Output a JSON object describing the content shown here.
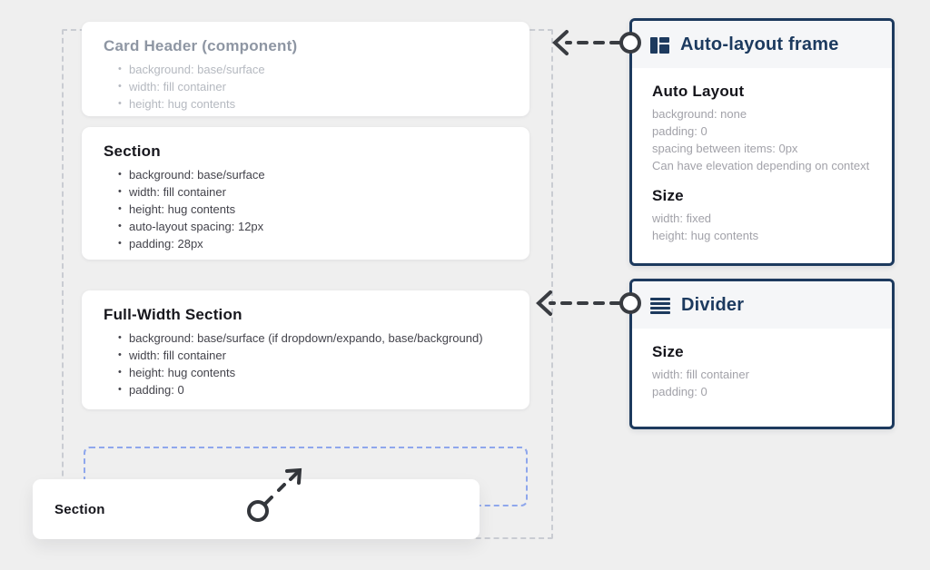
{
  "colors": {
    "page_background": "#efefef",
    "accent_navy": "#1d3a5e",
    "muted_text": "#a2a2a9",
    "dark_text": "#15151b",
    "placeholder_blue": "#8fa7ec",
    "arrow_dark": "#393c41"
  },
  "canvas": {
    "cards": [
      {
        "title": "Card Header (component)",
        "bullets": [
          "background: base/surface",
          "width: fill container",
          "height: hug contents"
        ]
      },
      {
        "title": "Section",
        "bullets": [
          "background: base/surface",
          "width: fill container",
          "height: hug contents",
          "auto-layout spacing: 12px",
          "padding: 28px"
        ]
      },
      {
        "title": "Full-Width Section",
        "bullets": [
          "background: base/surface (if dropdown/expando, base/background)",
          "width: fill container",
          "height: hug contents",
          "padding: 0"
        ]
      }
    ],
    "dragged_card": {
      "title": "Section"
    }
  },
  "panels": [
    {
      "title": "Auto-layout frame",
      "icon": "layout-frame-icon",
      "sections": [
        {
          "heading": "Auto Layout",
          "lines": [
            "background: none",
            "padding: 0",
            "spacing between items: 0px",
            "Can have elevation depending on context"
          ]
        },
        {
          "heading": "Size",
          "lines": [
            "width: fixed",
            "height: hug contents"
          ]
        }
      ]
    },
    {
      "title": "Divider",
      "icon": "divider-icon",
      "sections": [
        {
          "heading": "Size",
          "lines": [
            "width: fill container",
            "padding: 0"
          ]
        }
      ]
    }
  ]
}
